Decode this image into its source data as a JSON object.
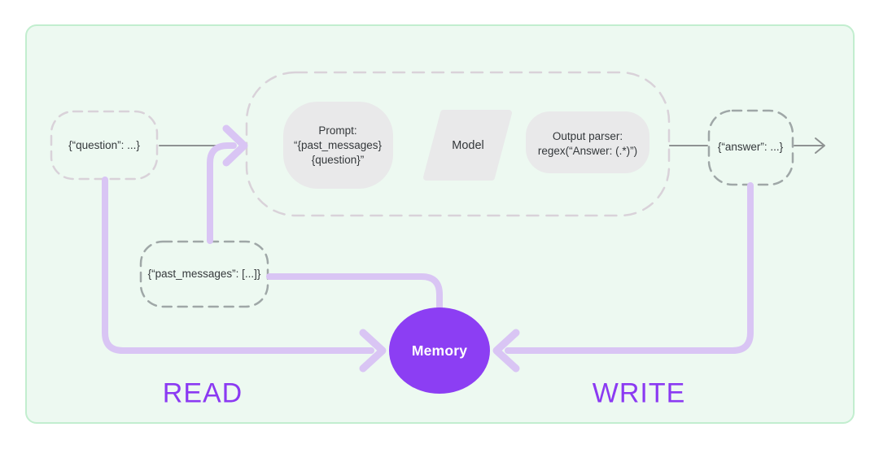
{
  "nodes": {
    "question": {
      "label": "{“question”: ...}"
    },
    "past_messages": {
      "label": "{“past_messages”: [...]}"
    },
    "answer": {
      "label": "{“answer”: ...}"
    },
    "prompt": {
      "lines": [
        "Prompt:",
        "“{past_messages}",
        "{question}”"
      ]
    },
    "model": {
      "label": "Model"
    },
    "output_parser": {
      "lines": [
        "Output parser:",
        "regex(“Answer: (.*)”)"
      ]
    },
    "memory": {
      "label": "Memory"
    }
  },
  "annotations": {
    "read": "READ",
    "write": "WRITE"
  },
  "colors": {
    "panel_background": "#edf9f1",
    "panel_border": "#c2eecf",
    "flow_line": "#d9c5f4",
    "connector_gray": "#8e9292",
    "dash_light": "#d9d2d9",
    "dash_dark": "#9fa7a7",
    "node_fill": "#e9e9ea",
    "memory_fill": "#8c3ef3",
    "accent_text": "#8b3af2"
  }
}
